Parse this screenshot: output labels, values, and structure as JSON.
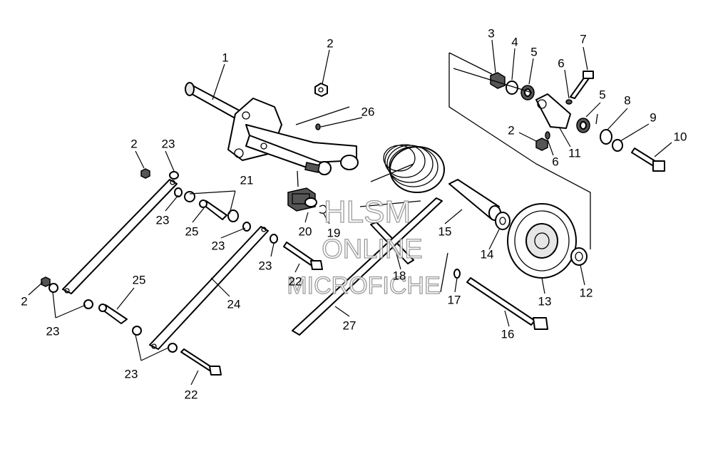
{
  "watermark": {
    "line1": "HLSM",
    "line2": "ONLINE",
    "line3": "MICROFICHE"
  },
  "callouts": {
    "c1": "1",
    "c2a": "2",
    "c2b": "2",
    "c2c": "2",
    "c2d": "2",
    "c3": "3",
    "c4": "4",
    "c5a": "5",
    "c5b": "5",
    "c6a": "6",
    "c6b": "6",
    "c7": "7",
    "c8": "8",
    "c9": "9",
    "c10": "10",
    "c11": "11",
    "c12": "12",
    "c13": "13",
    "c14": "14",
    "c15": "15",
    "c16": "16",
    "c17": "17",
    "c18": "18",
    "c19": "19",
    "c20": "20",
    "c21": "21",
    "c22a": "22",
    "c22b": "22",
    "c23a": "23",
    "c23b": "23",
    "c23c": "23",
    "c23d": "23",
    "c23e": "23",
    "c23f": "23",
    "c24": "24",
    "c25a": "25",
    "c25b": "25",
    "c26": "26",
    "c27": "27"
  }
}
